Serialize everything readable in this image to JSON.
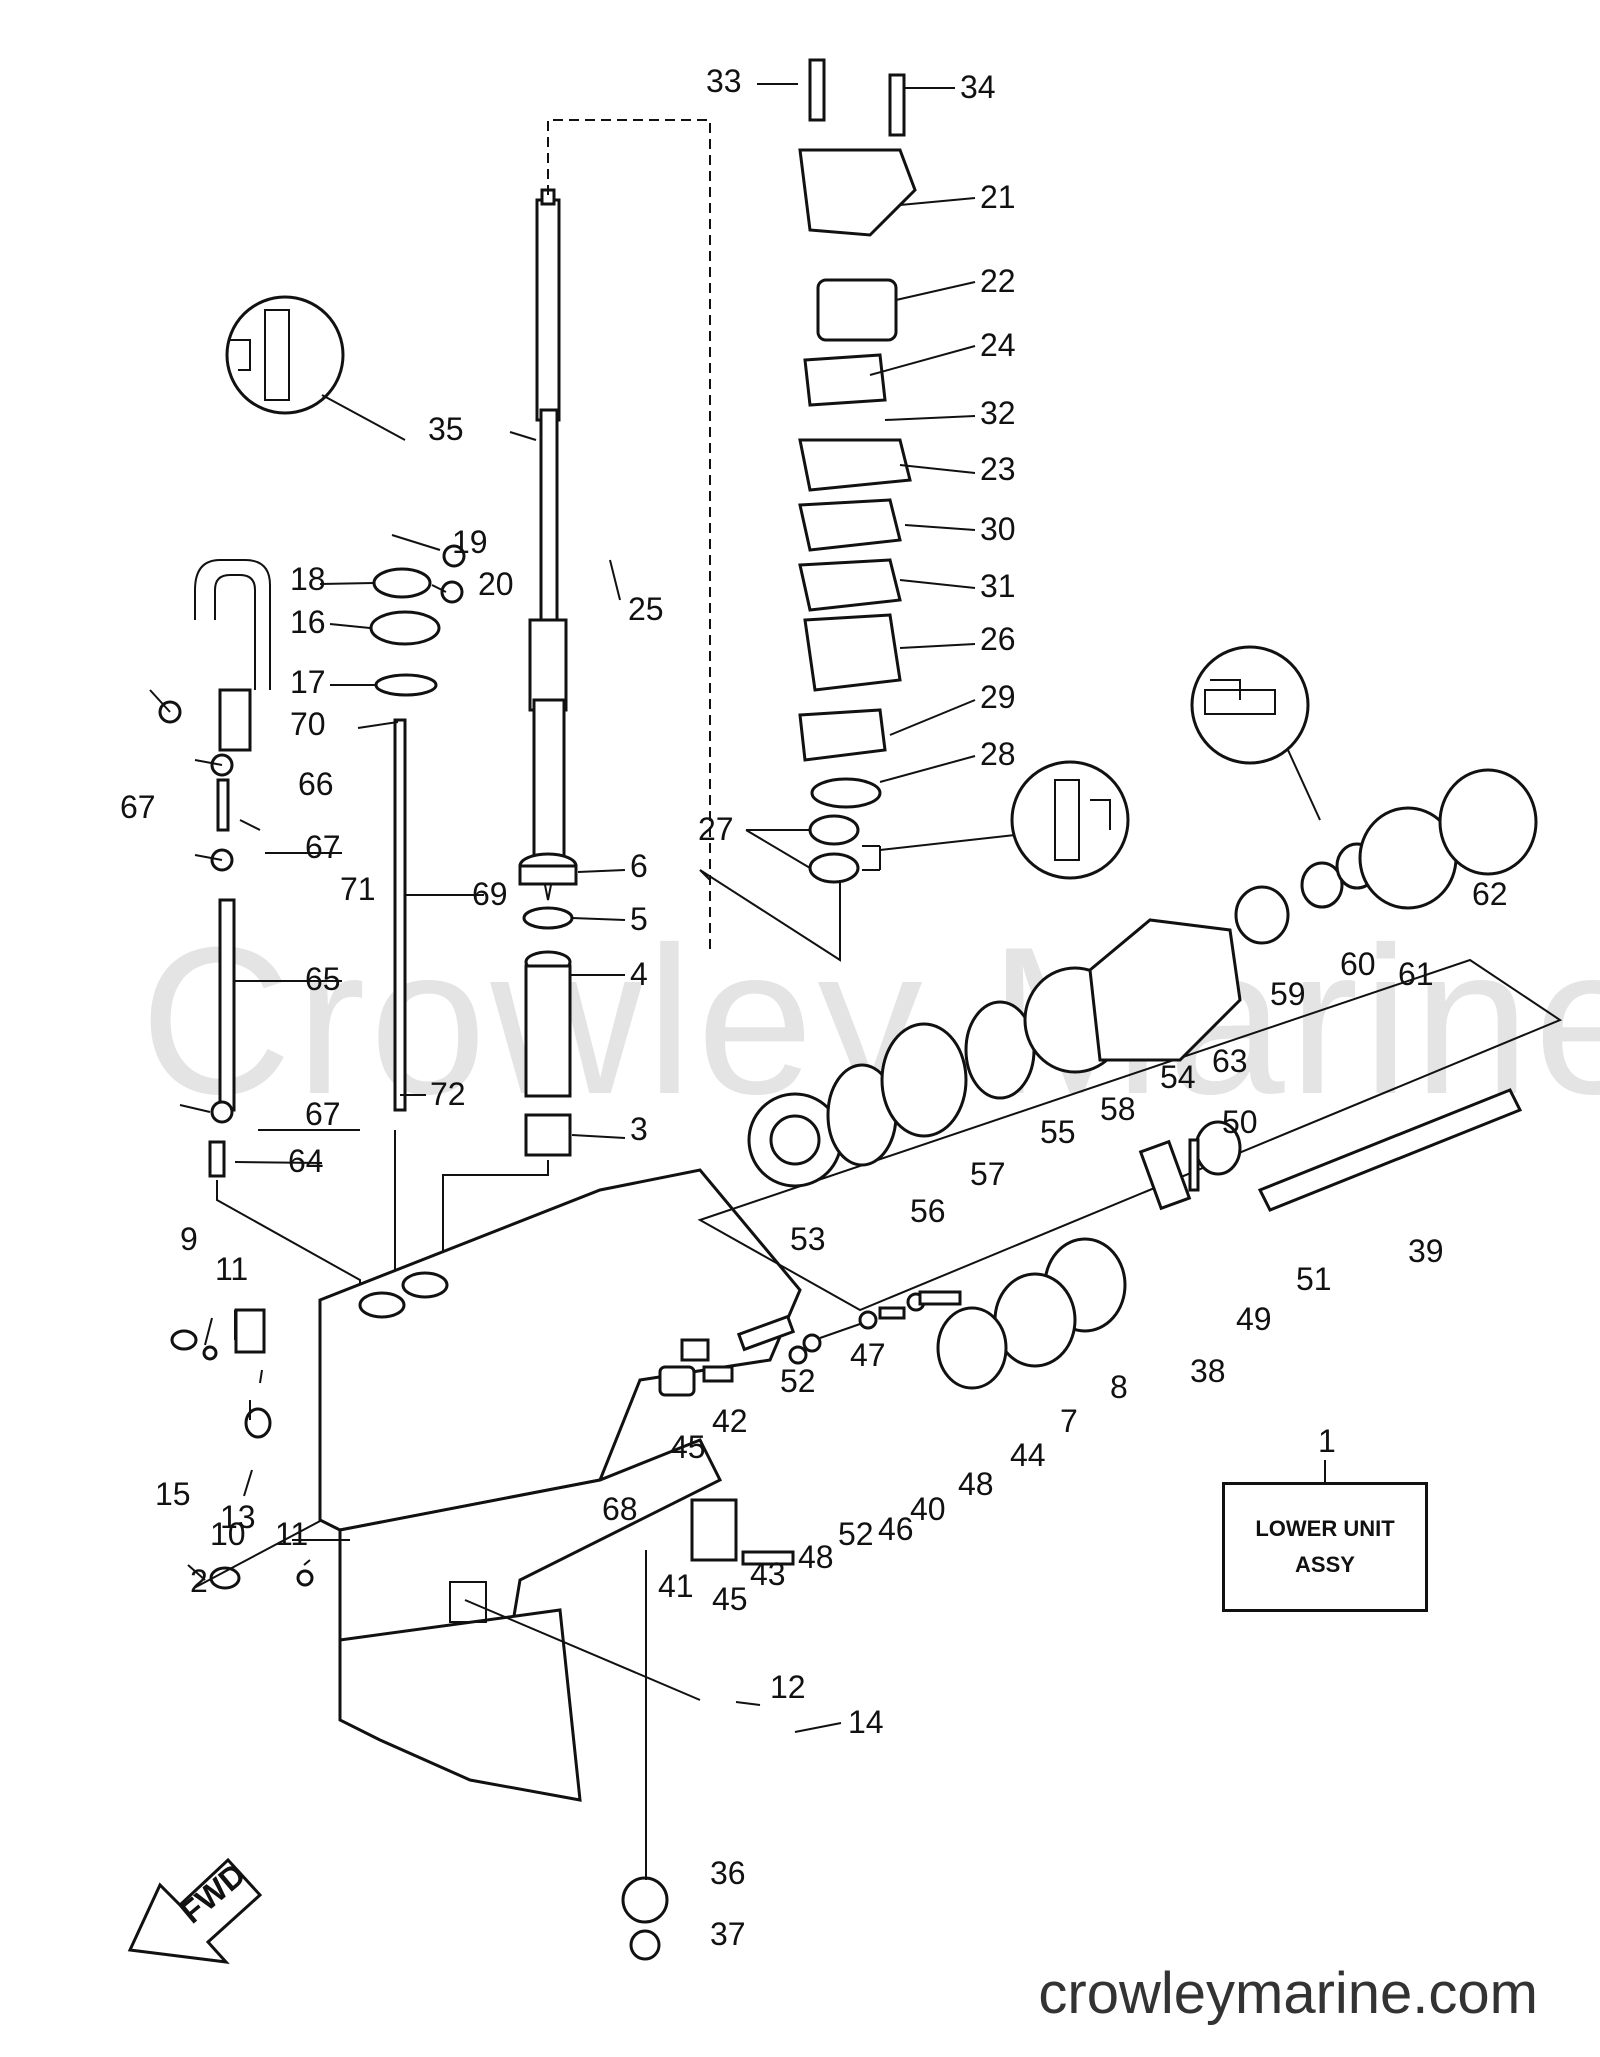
{
  "watermark": "Crowley Marine",
  "site_url": "crowleymarine.com",
  "assembly_box": {
    "line1": "LOWER UNIT",
    "line2": "ASSY",
    "callout": "1"
  },
  "fwd_label": "FWD",
  "callouts": {
    "c1": "1",
    "c2": "2",
    "c3": "3",
    "c4": "4",
    "c5": "5",
    "c6": "6",
    "c7": "7",
    "c8": "8",
    "c9": "9",
    "c10": "10",
    "c11a": "11",
    "c11b": "11",
    "c12": "12",
    "c13": "13",
    "c14": "14",
    "c15": "15",
    "c16": "16",
    "c17": "17",
    "c18": "18",
    "c19": "19",
    "c20": "20",
    "c21": "21",
    "c22": "22",
    "c23": "23",
    "c24": "24",
    "c25": "25",
    "c26": "26",
    "c27": "27",
    "c28": "28",
    "c29": "29",
    "c30": "30",
    "c31": "31",
    "c32": "32",
    "c33": "33",
    "c34": "34",
    "c35": "35",
    "c36": "36",
    "c37": "37",
    "c38": "38",
    "c39": "39",
    "c40": "40",
    "c41": "41",
    "c42": "42",
    "c43": "43",
    "c44": "44",
    "c45a": "45",
    "c45b": "45",
    "c46": "46",
    "c47": "47",
    "c48a": "48",
    "c48b": "48",
    "c49": "49",
    "c50": "50",
    "c51": "51",
    "c52a": "52",
    "c52b": "52",
    "c53": "53",
    "c54": "54",
    "c55": "55",
    "c56": "56",
    "c57": "57",
    "c58": "58",
    "c59": "59",
    "c60": "60",
    "c61": "61",
    "c62": "62",
    "c63": "63",
    "c64": "64",
    "c65": "65",
    "c66": "66",
    "c67a": "67",
    "c67b": "67",
    "c67c": "67",
    "c68": "68",
    "c69": "69",
    "c70": "70",
    "c71": "71",
    "c72": "72"
  }
}
